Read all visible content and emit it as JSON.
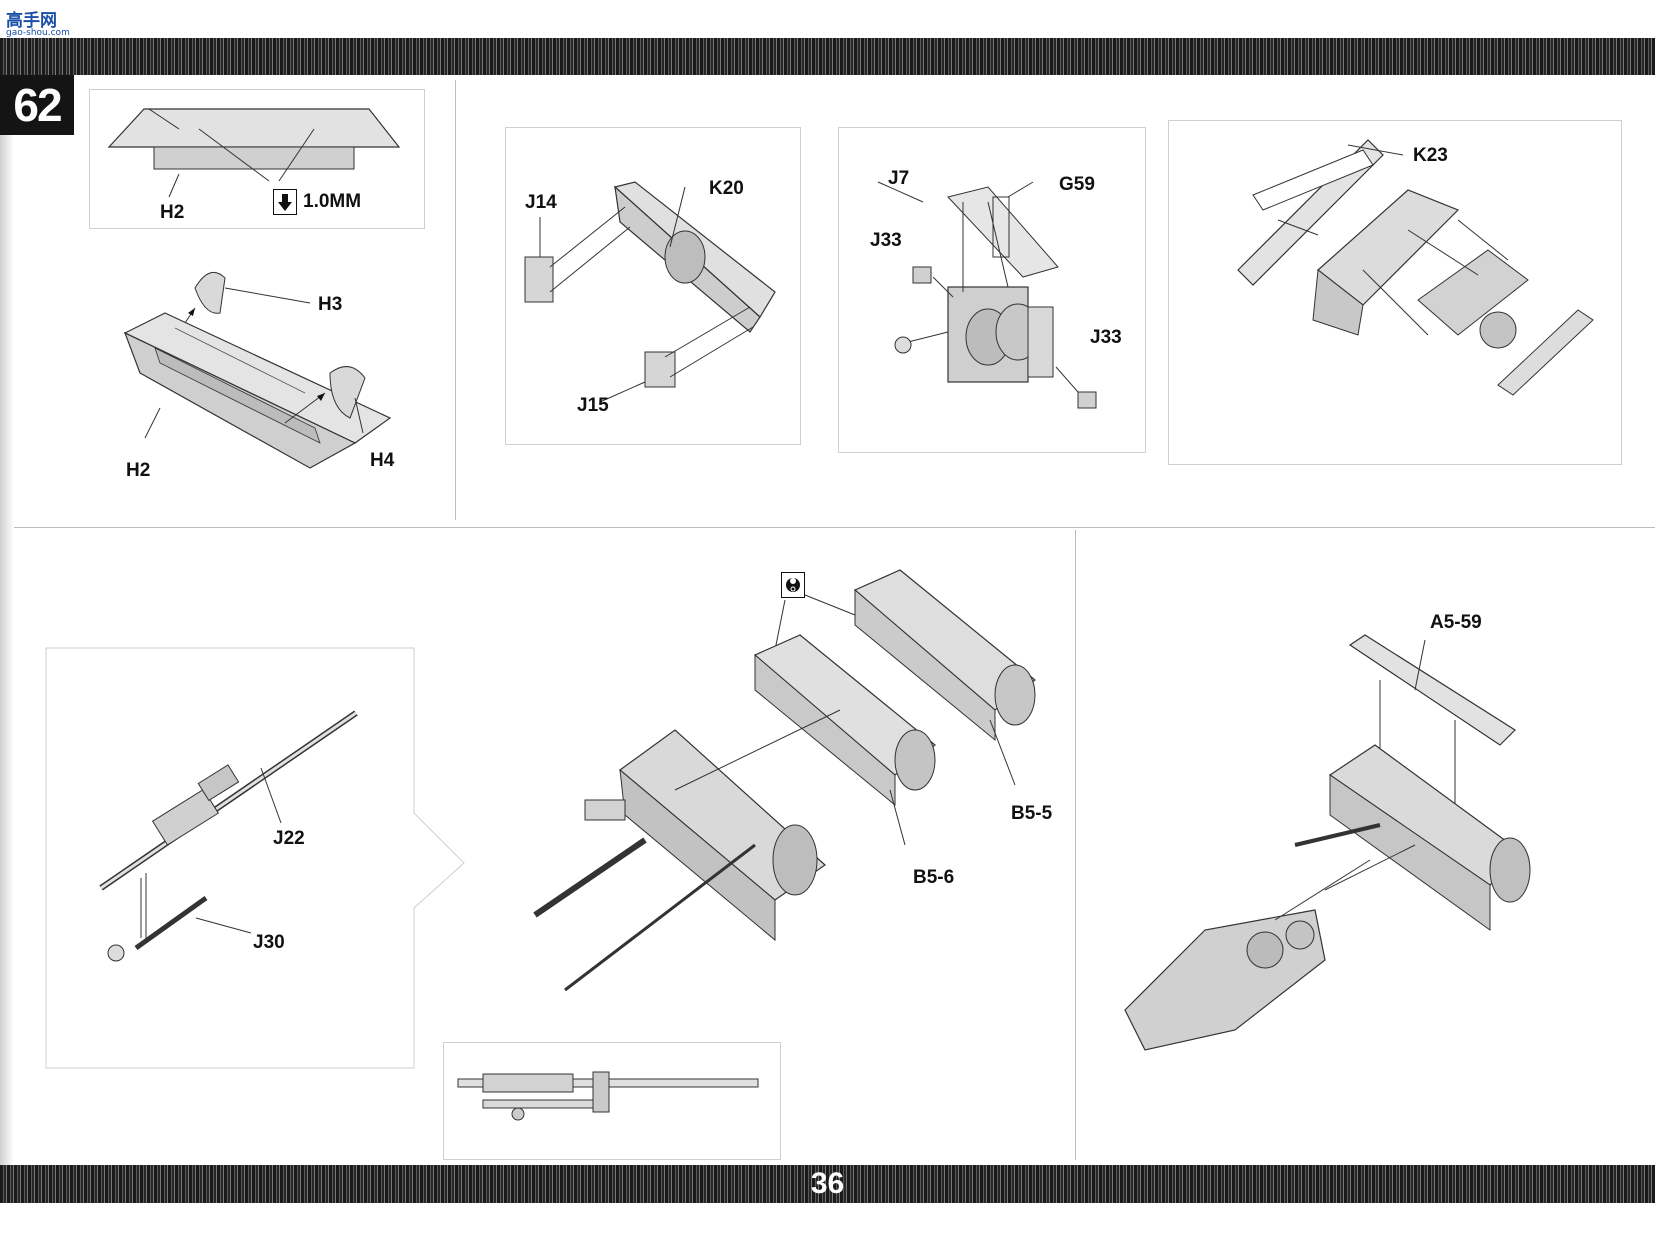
{
  "logo": {
    "name": "高手网",
    "sub": "gao-shou.com"
  },
  "step_number": "62",
  "page_number": "36",
  "labels": {
    "h2_top": "H2",
    "drill_size": "1.0MM",
    "h3": "H3",
    "h2": "H2",
    "h4": "H4",
    "j14": "J14",
    "k20": "K20",
    "j15": "J15",
    "j7": "J7",
    "g59": "G59",
    "j33_a": "J33",
    "j33_b": "J33",
    "k23": "K23",
    "j22": "J22",
    "j30": "J30",
    "b5_5": "B5-5",
    "b5_6": "B5-6",
    "a5_59": "A5-59"
  },
  "icons": [
    "drill-icon",
    "glue-icon"
  ],
  "colors": {
    "bars": "#1a1a1a",
    "part_fill": "#d9d9d9",
    "part_stroke": "#333333",
    "panel_border": "#cfcfcf"
  }
}
